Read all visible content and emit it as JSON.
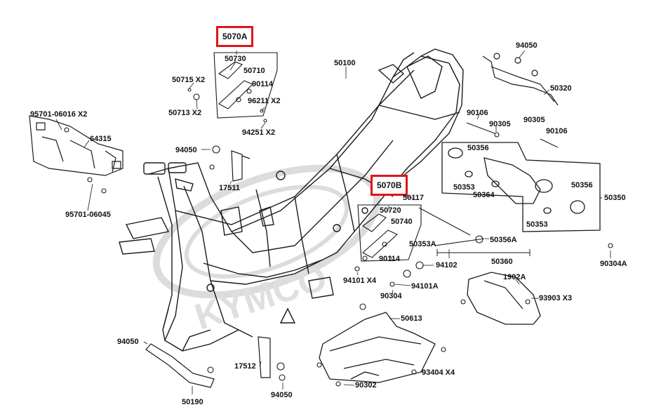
{
  "colors": {
    "line": "#1a1a1a",
    "highlight_box": "#e0141b",
    "watermark": "#d9d9d9",
    "background": "#ffffff"
  },
  "watermark": "KYMCO",
  "highlight_labels": {
    "a": "5070A",
    "b": "5070B"
  },
  "labels": {
    "l50730": "50730",
    "l50710": "50710",
    "l90114a": "90114",
    "l50715": "50715 X2",
    "l50713": "50713 X2",
    "l96211": "96211 X2",
    "l94251": "94251 X2",
    "l50100": "50100",
    "l94050a": "94050",
    "l50320": "50320",
    "l95701a": "95701-06016 X2",
    "l64315": "64315",
    "l94050b": "94050",
    "l17511": "17511",
    "l95701b": "95701-06045",
    "l90106a": "90106",
    "l90305a": "90305",
    "l90305b": "90305",
    "l90106b": "90106",
    "l50356a": "50356",
    "l50353a": "50353",
    "l50364": "50364",
    "l50356b": "50356",
    "l50350": "50350",
    "l50353b": "50353",
    "l50117": "50117",
    "l50720": "50720",
    "l50740": "50740",
    "l90114b": "90114",
    "l50353A": "50353A",
    "l50356A": "50356A",
    "l50360": "50360",
    "l94102": "94102",
    "l90304A": "90304A",
    "l94101a": "94101 X4",
    "l94101A": "94101A",
    "l90304": "90304",
    "l1902A": "1902A",
    "l93903": "93903  X3",
    "l50613": "50613",
    "l94050c": "94050",
    "l17512": "17512",
    "l93404": "93404  X4",
    "l90302": "90302",
    "l50190": "50190",
    "l94050d": "94050"
  }
}
